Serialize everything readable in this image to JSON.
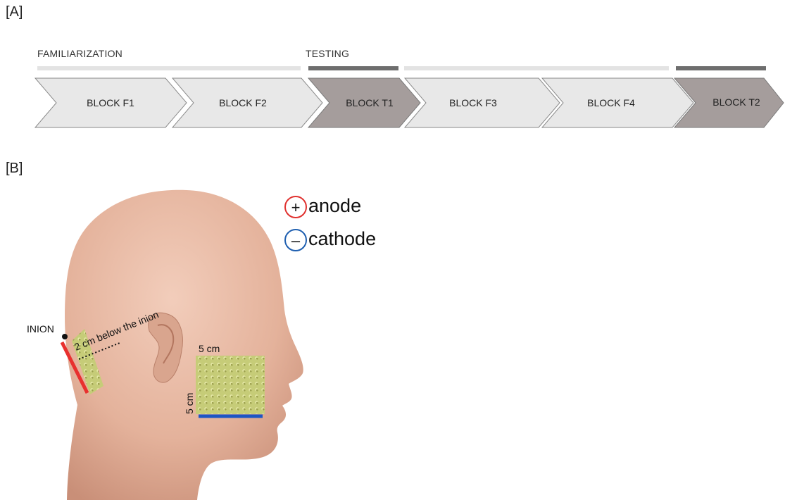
{
  "panel_a": {
    "label": "[A]",
    "phases": [
      {
        "label": "FAMILIARIZATION",
        "color": "#e6e6e6"
      },
      {
        "label": "TESTING",
        "color": "#707070"
      }
    ],
    "blocks": [
      {
        "label": "BLOCK F1",
        "type": "familiarization"
      },
      {
        "label": "BLOCK F2",
        "type": "familiarization"
      },
      {
        "label": "BLOCK T1",
        "type": "testing"
      },
      {
        "label": "BLOCK F3",
        "type": "familiarization"
      },
      {
        "label": "BLOCK F4",
        "type": "familiarization"
      },
      {
        "label": "BLOCK T2",
        "type": "testing"
      }
    ],
    "colors": {
      "familiarization_fill": "#e8e8e8",
      "testing_fill": "#a59d9c",
      "outline": "#8a8a8a"
    }
  },
  "panel_b": {
    "label": "[B]",
    "legend": [
      {
        "symbol": "+",
        "label": "anode",
        "color": "#e0312f"
      },
      {
        "symbol": "–",
        "label": "cathode",
        "color": "#1f5fb0"
      }
    ],
    "annotations": {
      "inion": "INION",
      "distance": "2 cm below the inion",
      "width": "5 cm",
      "height": "5 cm"
    },
    "colors": {
      "skin": "#e7b9a3",
      "pad": "#c9cf7a",
      "anode_line": "#e8302e",
      "cathode_line": "#1c56c4"
    }
  }
}
